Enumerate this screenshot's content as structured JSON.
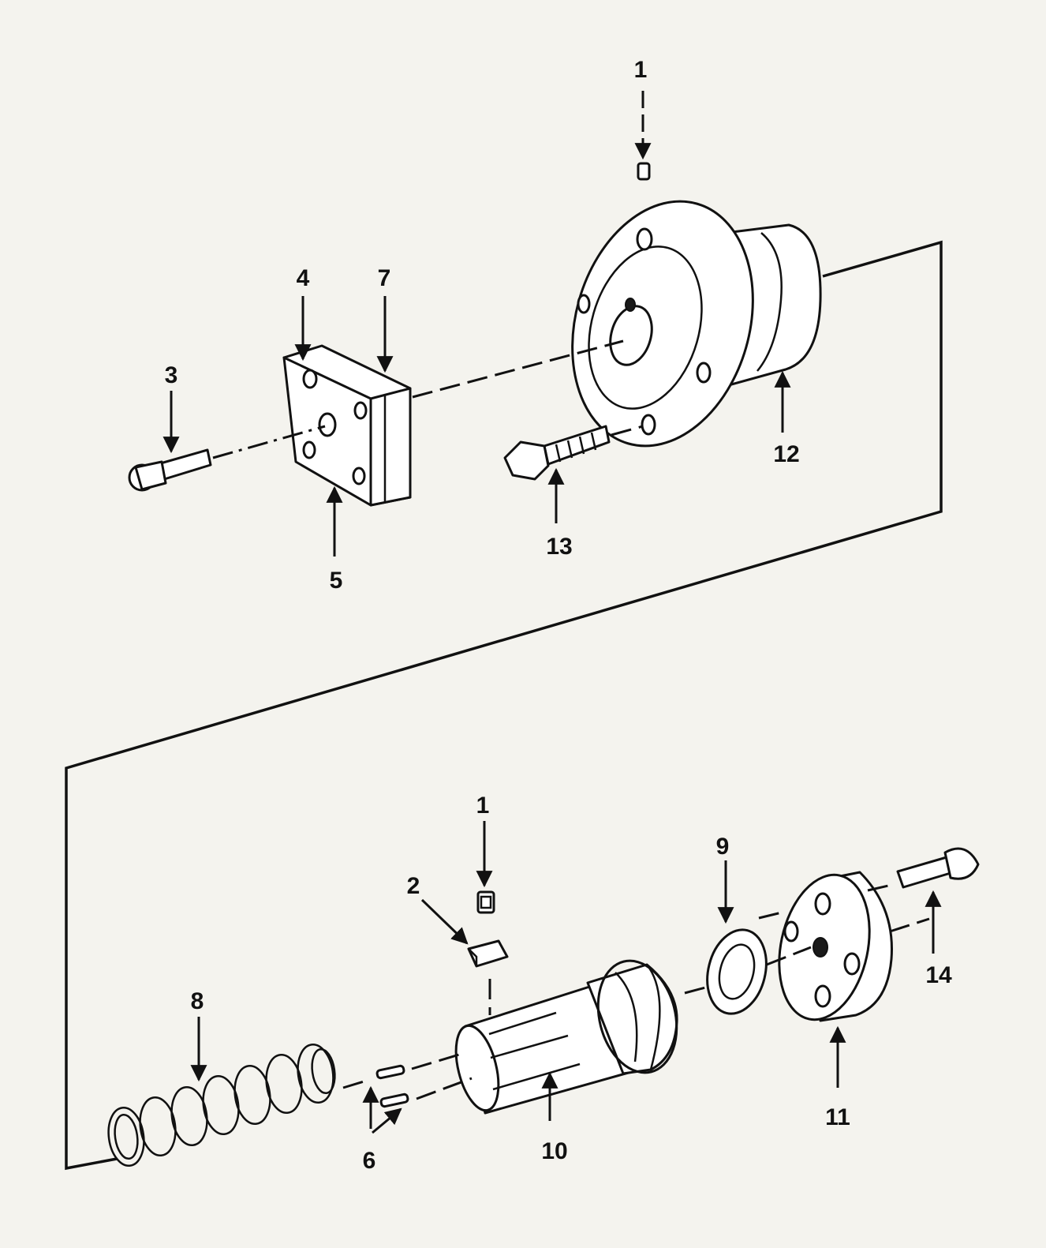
{
  "callouts": {
    "c1_top": "1",
    "c1_bottom": "1",
    "c2": "2",
    "c3": "3",
    "c4": "4",
    "c5": "5",
    "c6": "6",
    "c7": "7",
    "c8": "8",
    "c9": "9",
    "c10": "10",
    "c11": "11",
    "c12": "12",
    "c13": "13",
    "c14": "14"
  },
  "colors": {
    "line": "#111111",
    "paper": "#f4f3ee"
  }
}
